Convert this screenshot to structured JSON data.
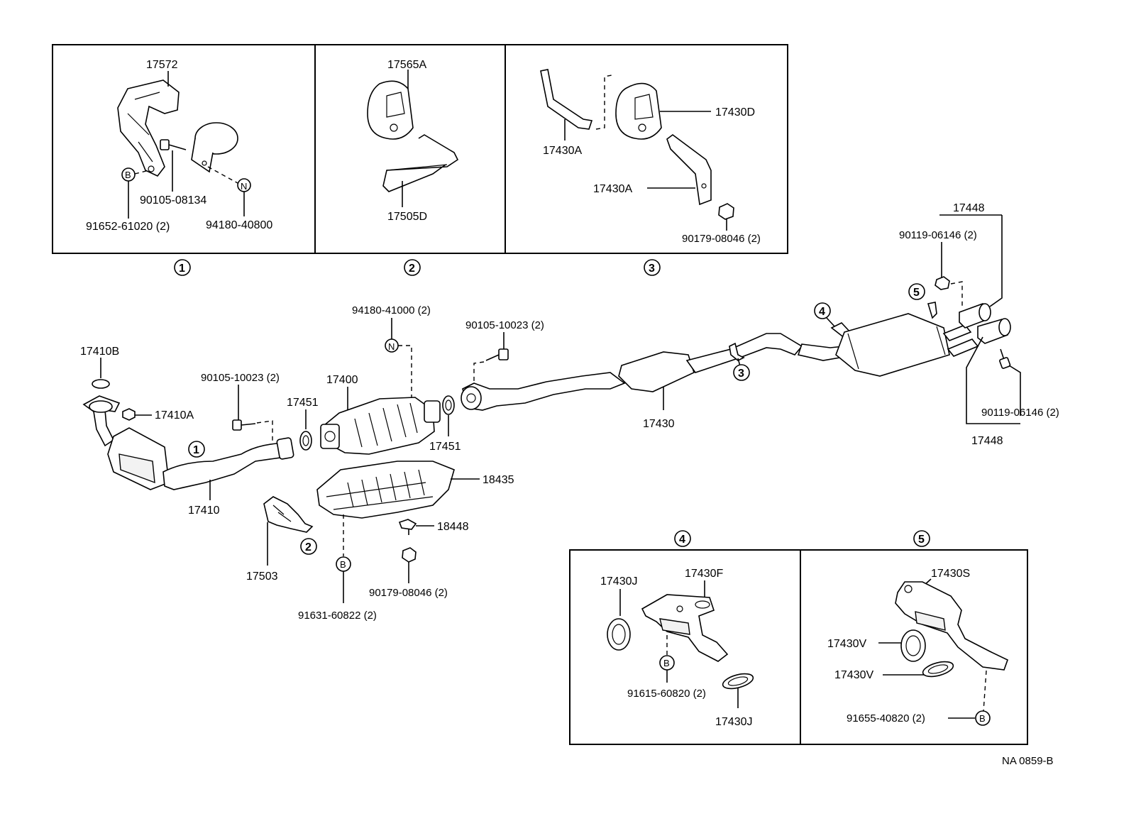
{
  "parts": {
    "p17572": "17572",
    "p90105_08134": "90105-08134",
    "p91652_61020": "91652-61020 (2)",
    "p94180_40800": "94180-40800",
    "p17565A": "17565A",
    "p17505D": "17505D",
    "p17430A_top": "17430A",
    "p17430D": "17430D",
    "p17430A_mid": "17430A",
    "p90179_08046_top": "90179-08046 (2)",
    "p17448_top": "17448",
    "p90119_06146_top": "90119-06146 (2)",
    "p90119_06146_bot": "90119-06146 (2)",
    "p17448_bot": "17448",
    "p94180_41000": "94180-41000 (2)",
    "p90105_10023_a": "90105-10023 (2)",
    "p90105_10023_b": "90105-10023 (2)",
    "p17410B": "17410B",
    "p17410A": "17410A",
    "p17451_left": "17451",
    "p17400": "17400",
    "p17451_right": "17451",
    "p17430": "17430",
    "p17410": "17410",
    "p18435": "18435",
    "p18448": "18448",
    "p17503": "17503",
    "p90179_08046_bot": "90179-08046 (2)",
    "p91631_60822": "91631-60822 (2)",
    "p17430J_top": "17430J",
    "p17430F": "17430F",
    "p91615_60820": "91615-60820 (2)",
    "p17430J_bot": "17430J",
    "p17430S": "17430S",
    "p17430V_top": "17430V",
    "p17430V_bot": "17430V",
    "p91655_40820": "91655-40820 (2)"
  },
  "markers": {
    "b": "B",
    "n": "N",
    "c1": "1",
    "c2": "2",
    "c3": "3",
    "c4": "4",
    "c5": "5"
  },
  "footer": {
    "code": "NA 0859-B"
  }
}
